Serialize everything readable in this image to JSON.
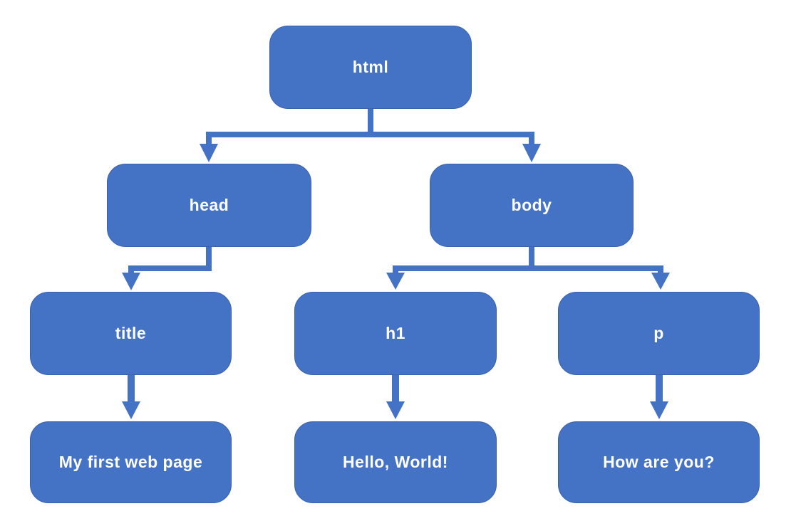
{
  "diagram": {
    "type": "tree",
    "description": "DOM tree of a simple HTML page"
  },
  "nodes": {
    "html": {
      "label": "html"
    },
    "head": {
      "label": "head"
    },
    "body": {
      "label": "body"
    },
    "title": {
      "label": "title"
    },
    "h1": {
      "label": "h1"
    },
    "p": {
      "label": "p"
    },
    "title_text": {
      "label": "My first web page"
    },
    "h1_text": {
      "label": "Hello, World!"
    },
    "p_text": {
      "label": "How are you?"
    }
  },
  "edges": [
    {
      "from": "html",
      "to": "head"
    },
    {
      "from": "html",
      "to": "body"
    },
    {
      "from": "head",
      "to": "title"
    },
    {
      "from": "body",
      "to": "h1"
    },
    {
      "from": "body",
      "to": "p"
    },
    {
      "from": "title",
      "to": "title_text"
    },
    {
      "from": "h1",
      "to": "h1_text"
    },
    {
      "from": "p",
      "to": "p_text"
    }
  ],
  "colors": {
    "node_fill": "#4472C4",
    "node_border": "#3A62AE",
    "connector": "#4472C4",
    "text": "#FFFFFF",
    "background": "#FFFFFF"
  }
}
